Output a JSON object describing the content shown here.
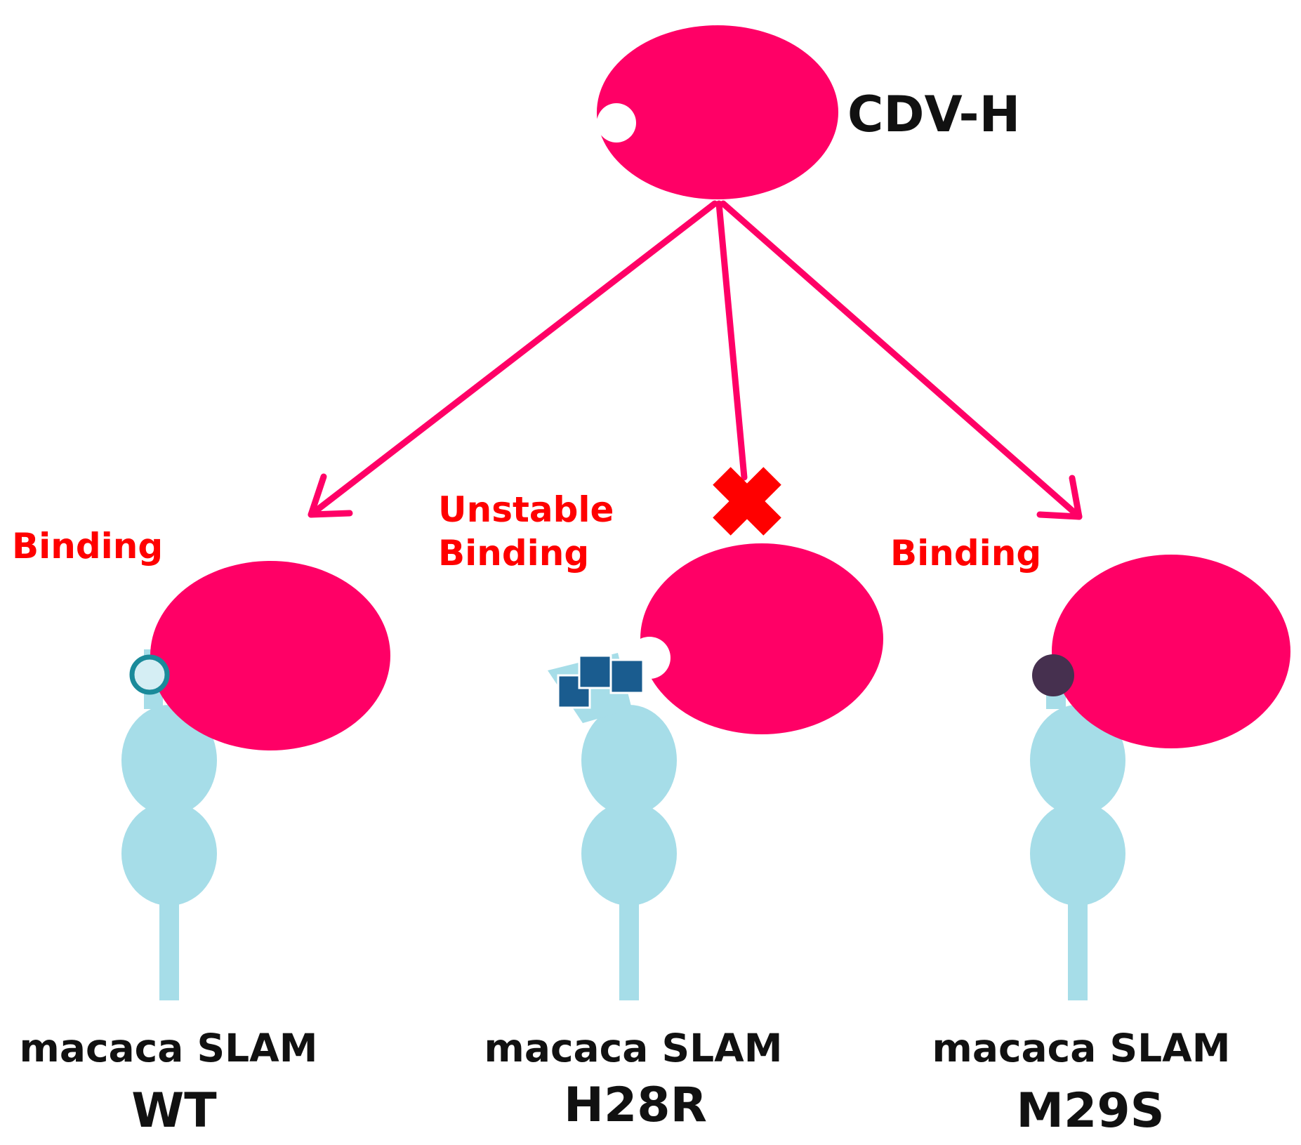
{
  "virus": {
    "label": "CDV-H"
  },
  "outcomes": [
    {
      "id": "wt",
      "status_lines": [
        "Binding"
      ],
      "receptor_line1": "macaca SLAM",
      "receptor_line2": "WT",
      "residue_marker": "light-circle-outlined"
    },
    {
      "id": "h28r",
      "status_lines": [
        "Unstable",
        "Binding"
      ],
      "receptor_line1": "macaca SLAM",
      "receptor_line2": "H28R",
      "residue_marker": "blue-squares",
      "blocked": true
    },
    {
      "id": "m29s",
      "status_lines": [
        "Binding"
      ],
      "receptor_line1": "macaca SLAM",
      "receptor_line2": "M29S",
      "residue_marker": "dark-circle"
    }
  ],
  "colors": {
    "hemagglutinin": "#FF0066",
    "receptor": "#A6DDE8",
    "status_text": "#FF0000",
    "block_mark": "#FF0000",
    "wt_marker_fill": "#D5EEF4",
    "wt_marker_ring": "#1A8A9A",
    "h28r_squares": "#1A5C8F",
    "m29s_marker": "#46304F",
    "text": "#111111"
  }
}
